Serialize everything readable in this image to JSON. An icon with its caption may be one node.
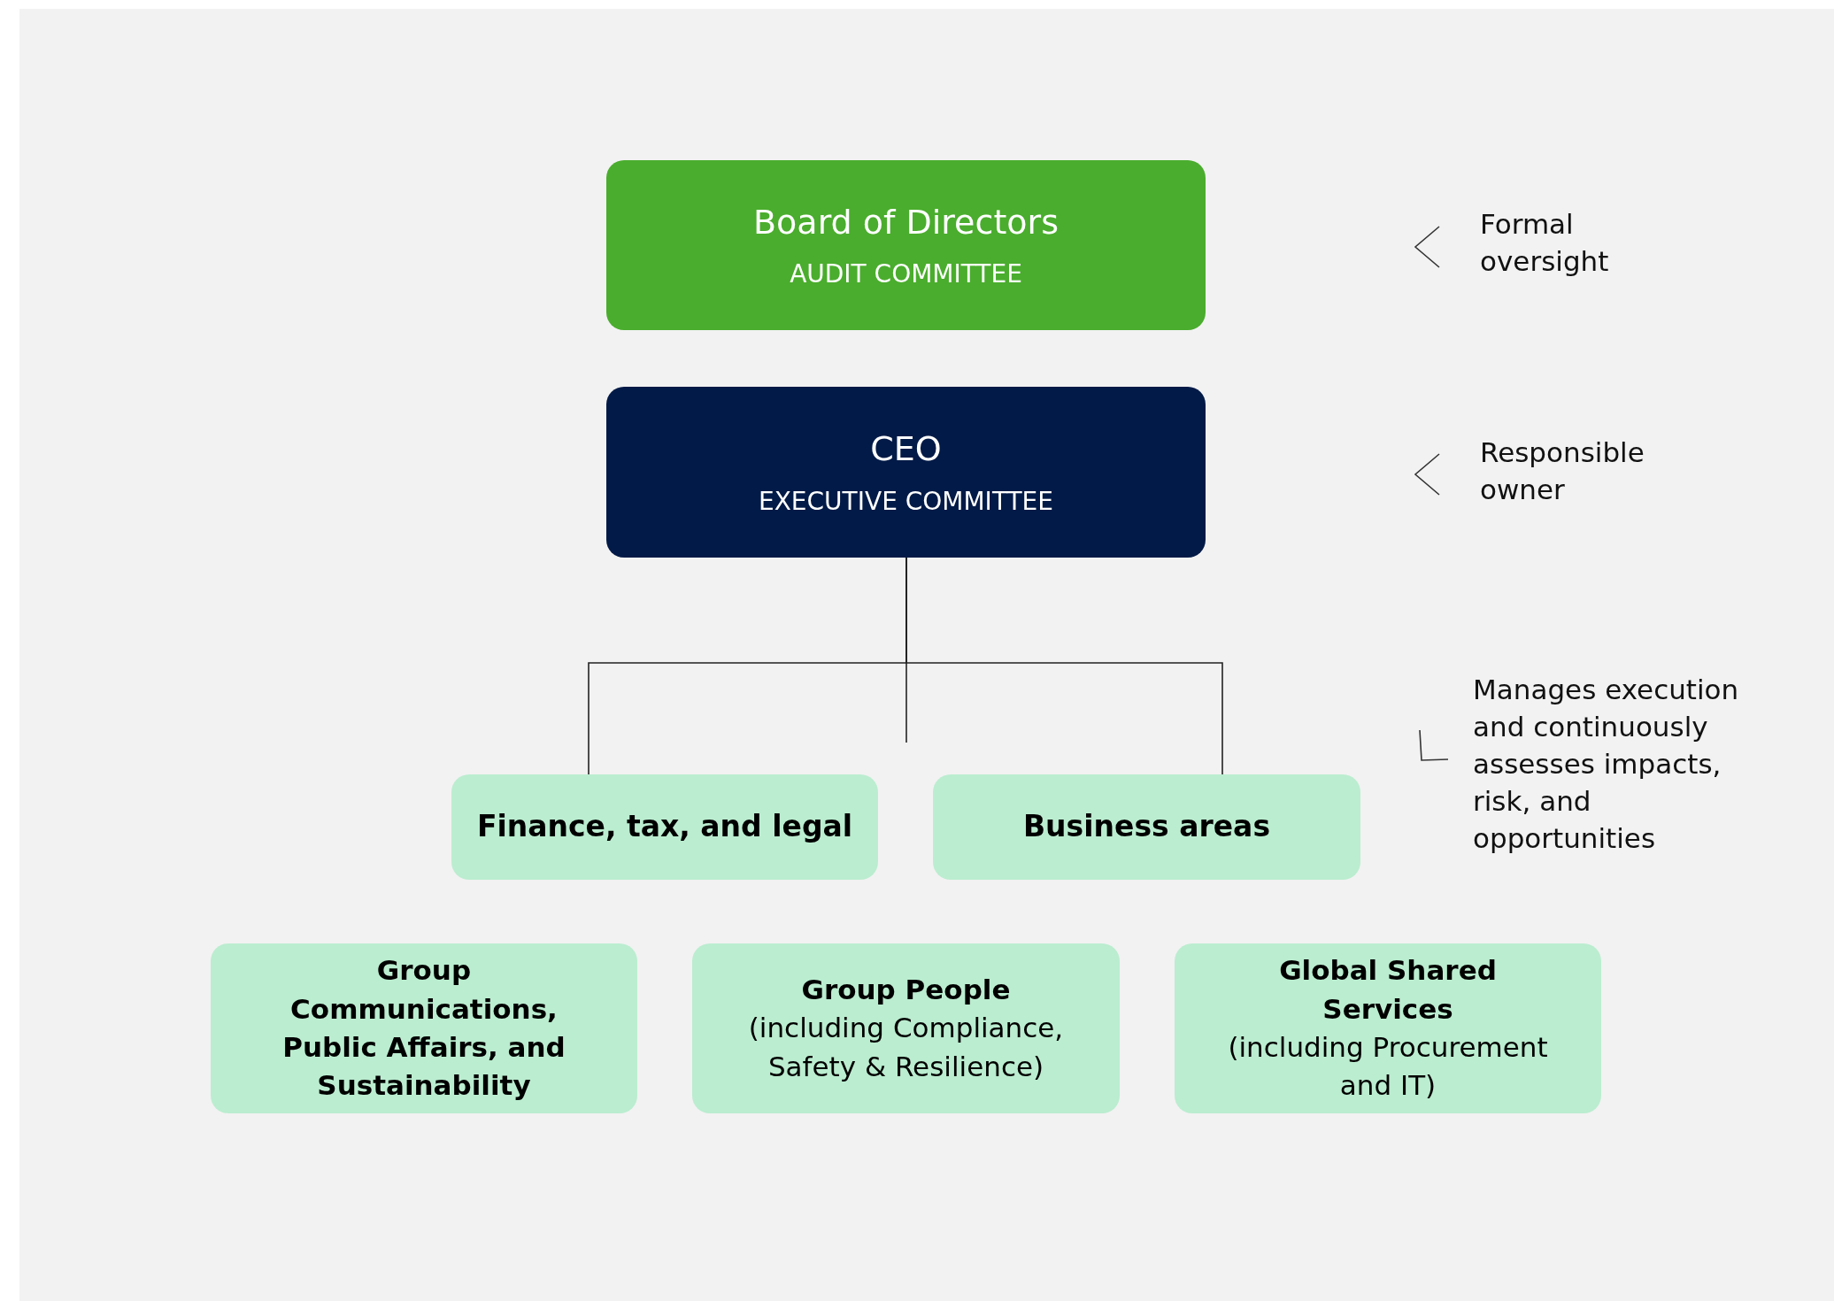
{
  "diagram": {
    "nodes": [
      {
        "text": [
          "Board of Directors",
          "AUDIT COMMITTEE"
        ]
      },
      {
        "text": [
          "CEO",
          "EXECUTIVE COMMITTEE"
        ]
      },
      {
        "text": [
          "Finance, tax, and legal"
        ]
      },
      {
        "text": [
          "Business areas"
        ]
      },
      {
        "text": [
          "Group Communications, Public Affairs, and Sustainability"
        ]
      },
      {
        "text": [
          "Group People",
          "(including Compliance, Safety & Resilience)"
        ]
      },
      {
        "text": [
          "Global Shared Services",
          "(including Procurement and IT)"
        ]
      }
    ],
    "edges": [
      {
        "from": 1,
        "to": 2,
        "arrow": "none"
      },
      {
        "from": 1,
        "to": null,
        "arrow": "none"
      },
      {
        "from": 1,
        "to": 3,
        "arrow": "none"
      }
    ],
    "labels": [
      "Formal oversight",
      "Responsible owner",
      "Manages execution and continuously assesses impacts, risk, and opportunities"
    ]
  }
}
